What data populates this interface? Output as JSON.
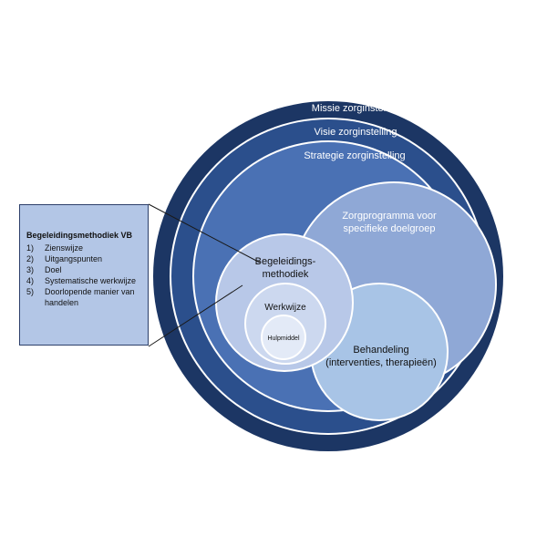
{
  "colors": {
    "mission": "#1c3664",
    "vision": "#2b4f8c",
    "strategy": "#4a71b4",
    "care_program": "#8fa8d6",
    "treatment": "#a8c4e6",
    "method": "#b8c8e8",
    "way_of_working": "#ccd8ef",
    "aid": "#e3eaf7",
    "callout_bg": "#b3c6e6"
  },
  "circles": {
    "mission": "Missie zorginstelling",
    "vision": "Visie zorginstelling",
    "strategy": "Strategie zorginstelling",
    "care_program": {
      "line1": "Zorgprogramma voor",
      "line2": "specifieke doelgroep"
    },
    "treatment": {
      "line1": "Behandeling",
      "line2": "(interventies, therapieën)"
    },
    "method": {
      "line1": "Begeleidings-",
      "line2": "methodiek"
    },
    "way_of_working": "Werkwijze",
    "aid": "Hulpmiddel"
  },
  "callout": {
    "title": "Begeleidingsmethodiek VB",
    "items": [
      {
        "num": "1)",
        "text": "Zienswijze"
      },
      {
        "num": "2)",
        "text": "Uitgangspunten"
      },
      {
        "num": "3)",
        "text": "Doel"
      },
      {
        "num": "4)",
        "text": "Systematische werkwijze"
      },
      {
        "num": "5)",
        "text": "Doorlopende manier van handelen"
      }
    ]
  }
}
